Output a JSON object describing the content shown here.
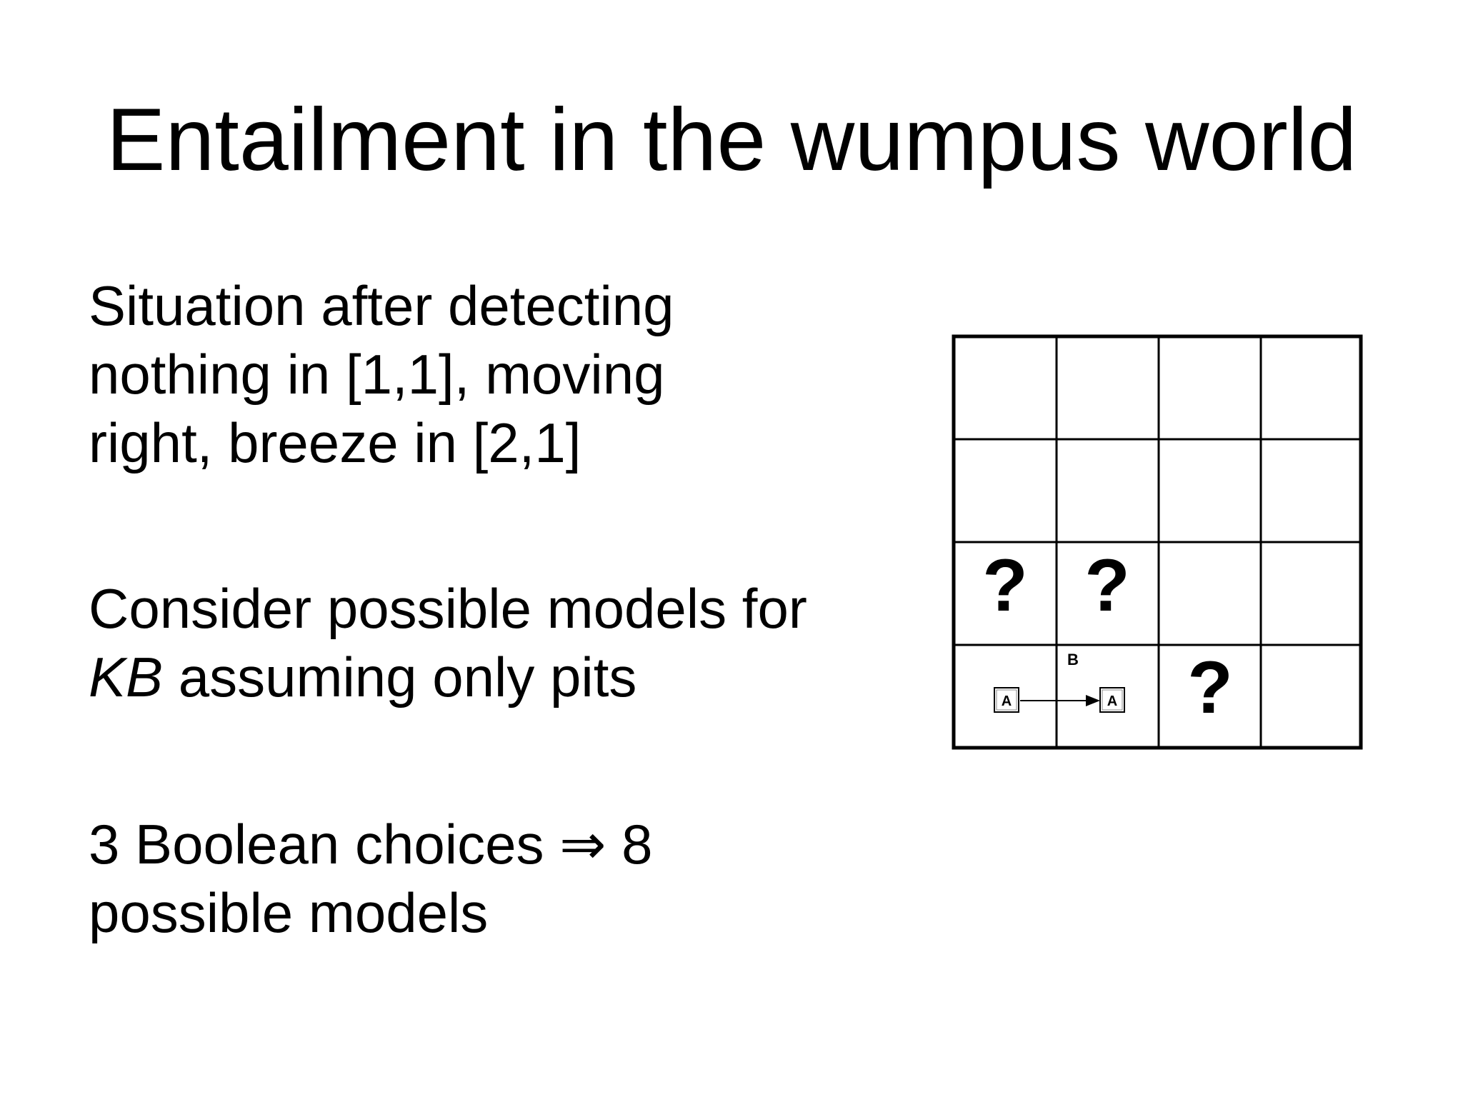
{
  "slide": {
    "title": "Entailment in the wumpus world"
  },
  "bullets": [
    {
      "lines": [
        "Situation after detecting",
        "nothing in [1,1], moving",
        "right, breeze in [2,1]"
      ]
    },
    {
      "line1": "Consider possible models for",
      "line2_italic": "KB",
      "line2_rest": " assuming only pits"
    },
    {
      "line1_pre": "3 Boolean choices ",
      "arrow_symbol": "⇒",
      "line1_post": " 8",
      "line2": "possible models"
    }
  ],
  "grid": {
    "rows": 4,
    "cols": 4,
    "unknown_symbol": "?",
    "breeze_label": "B",
    "agent_label": "A",
    "unknown_cells": [
      "[1,2]",
      "[2,2]",
      "[3,1]"
    ]
  }
}
